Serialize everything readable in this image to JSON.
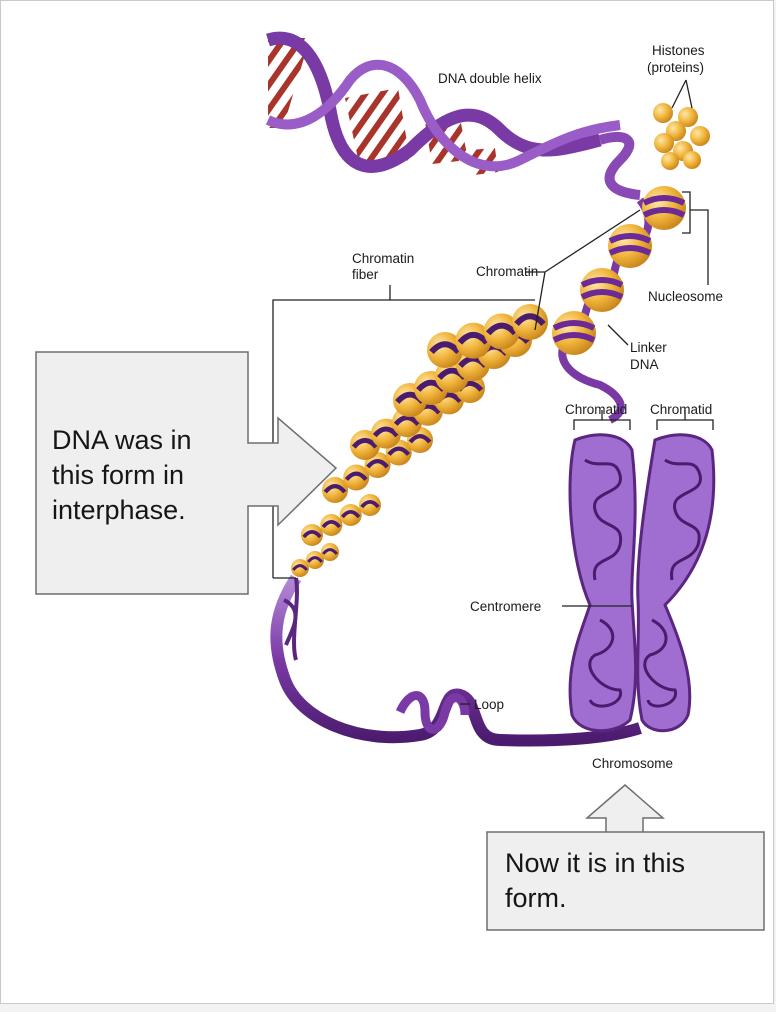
{
  "labels": {
    "dna_double_helix": "DNA double helix",
    "histones_line1": "Histones",
    "histones_line2": "(proteins)",
    "chromatin_fiber_line1": "Chromatin",
    "chromatin_fiber_line2": "fiber",
    "chromatin": "Chromatin",
    "nucleosome": "Nucleosome",
    "linker_dna_line1": "Linker",
    "linker_dna_line2": "DNA",
    "chromatid_left": "Chromatid",
    "chromatid_right": "Chromatid",
    "centromere": "Centromere",
    "loop": "Loop",
    "chromosome": "Chromosome"
  },
  "callouts": {
    "interphase": {
      "line1": "DNA was in",
      "line2": "this form in",
      "line3": "interphase."
    },
    "now": {
      "line1": "Now it is in this",
      "line2": "form."
    }
  },
  "colors": {
    "dna_purple": "#7a3aa6",
    "histone_gold": "#f0b43a",
    "helix_red": "#a8342c",
    "callout_fill": "#efefef"
  }
}
